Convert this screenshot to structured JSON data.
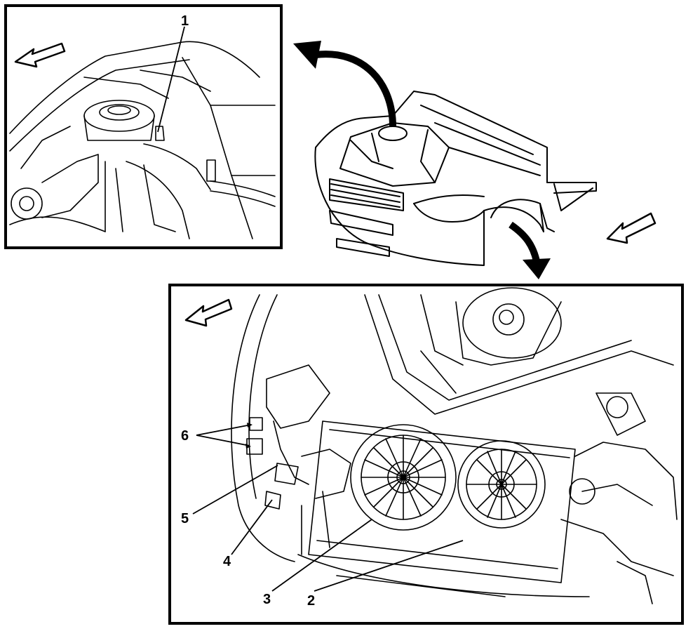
{
  "callouts": {
    "c1": "1",
    "c2": "2",
    "c3": "3",
    "c4": "4",
    "c5": "5",
    "c6": "6"
  },
  "colors": {
    "line": "#000000",
    "background": "#ffffff"
  },
  "icons": {
    "direction_arrow": "front-direction-arrow-icon",
    "curved_arrow": "curved-leader-arrow-icon"
  }
}
